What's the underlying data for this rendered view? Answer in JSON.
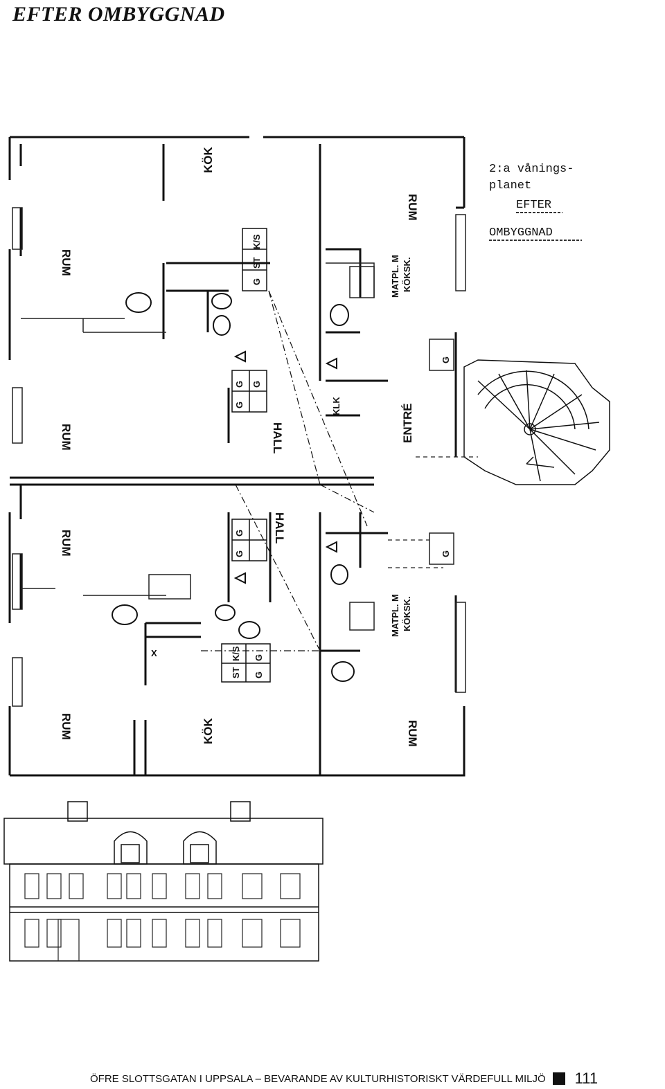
{
  "page": {
    "title": "EFTER OMBYGGNAD",
    "footer_text": "ÖFRE SLOTTSGATAN I UPPSALA – BEVARANDE AV KULTURHISTORISKT VÄRDEFULL MILJÖ",
    "page_number": "111"
  },
  "plan": {
    "annotation": {
      "line1": "2:a vånings-",
      "line2": "planet",
      "line3": "EFTER",
      "line4": "OMBYGGNAD"
    },
    "rooms": {
      "rum": "RUM",
      "kok": "KÖK",
      "hall": "HALL",
      "entre": "ENTRÉ",
      "matpl": "MATPL. M",
      "kokskap": "KÖKSK.",
      "ks": "K/S",
      "st": "ST",
      "g": "G",
      "klk": "KLK",
      "x": "X"
    }
  }
}
